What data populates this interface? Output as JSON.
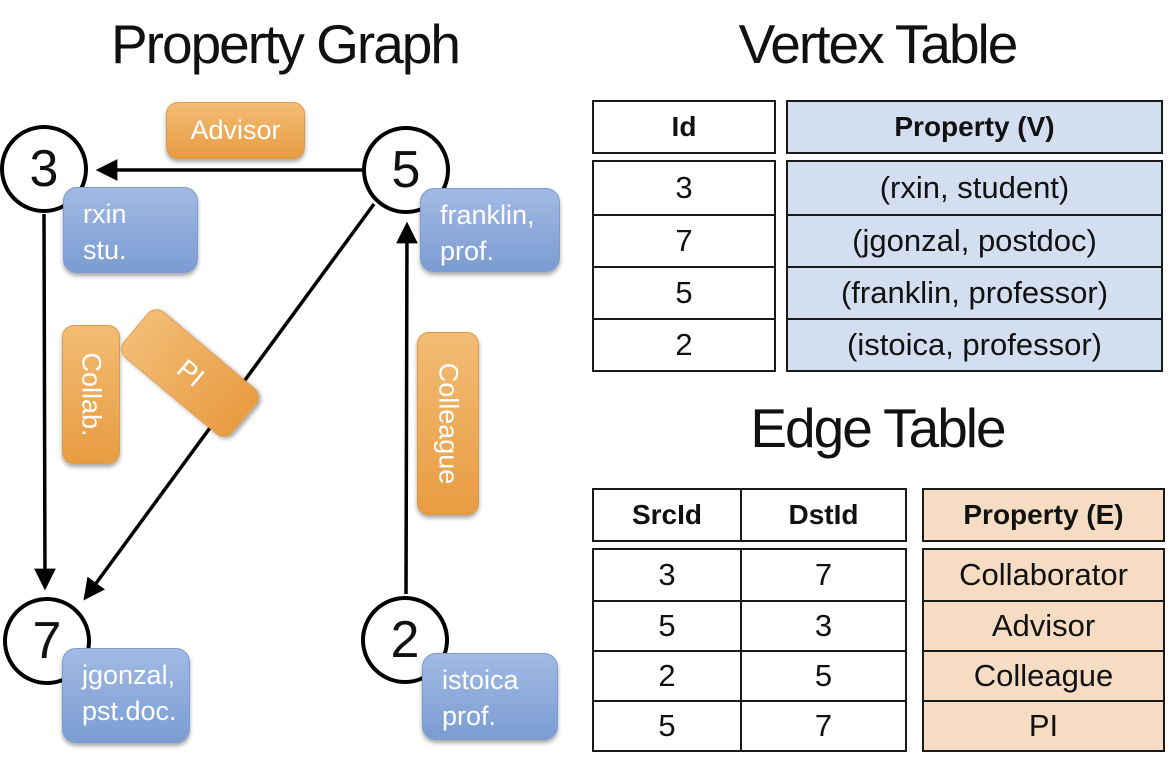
{
  "titles": {
    "graph": "Property Graph",
    "vertex_table": "Vertex Table",
    "edge_table": "Edge Table"
  },
  "graph": {
    "nodes": {
      "n3": "3",
      "n5": "5",
      "n7": "7",
      "n2": "2"
    },
    "vertex_labels": {
      "v3": {
        "line1": "rxin",
        "line2": "stu."
      },
      "v5": {
        "line1": "franklin,",
        "line2": "prof."
      },
      "v7": {
        "line1": "jgonzal,",
        "line2": "pst.doc."
      },
      "v2": {
        "line1": "istoica",
        "line2": "prof."
      }
    },
    "edge_labels": {
      "advisor": "Advisor",
      "collab": "Collab.",
      "pi": "PI",
      "colleague": "Colleague"
    }
  },
  "vertex_table": {
    "headers": {
      "id": "Id",
      "property": "Property (V)"
    },
    "rows": [
      {
        "id": "3",
        "property": "(rxin, student)"
      },
      {
        "id": "7",
        "property": "(jgonzal, postdoc)"
      },
      {
        "id": "5",
        "property": "(franklin, professor)"
      },
      {
        "id": "2",
        "property": "(istoica, professor)"
      }
    ]
  },
  "edge_table": {
    "headers": {
      "src": "SrcId",
      "dst": "DstId",
      "property": "Property (E)"
    },
    "rows": [
      {
        "src": "3",
        "dst": "7",
        "property": "Collaborator"
      },
      {
        "src": "5",
        "dst": "3",
        "property": "Advisor"
      },
      {
        "src": "2",
        "dst": "5",
        "property": "Colleague"
      },
      {
        "src": "5",
        "dst": "7",
        "property": "PI"
      }
    ]
  },
  "colors": {
    "vertex_cell_bg": "#d3def1",
    "edge_cell_bg": "#f6dcc2",
    "orange_pill": "#e89c42",
    "blue_pill": "#7b9cd2",
    "line": "#000000"
  }
}
